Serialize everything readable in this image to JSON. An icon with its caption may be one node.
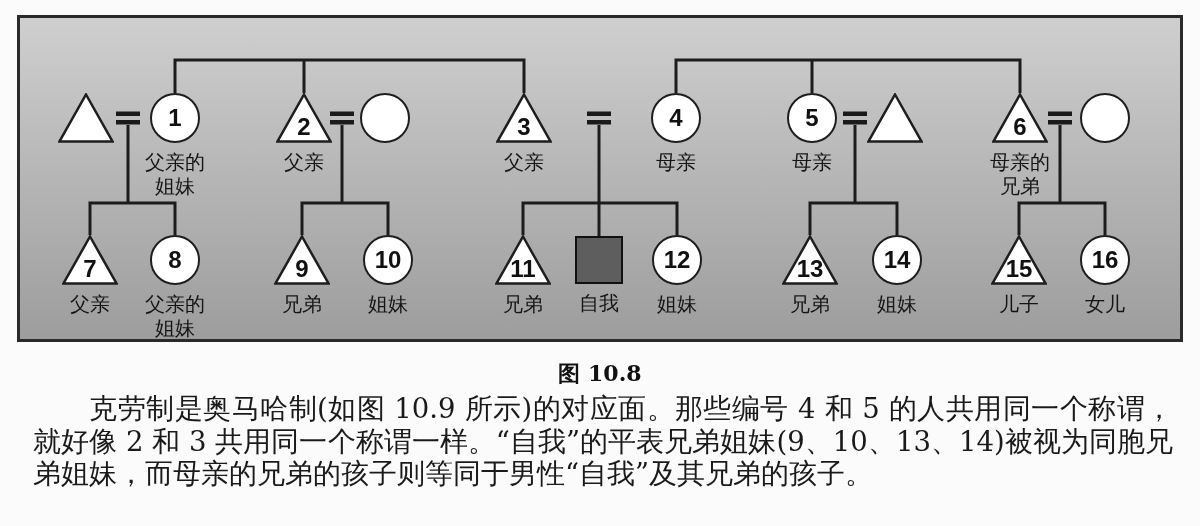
{
  "diagram": {
    "caption": "图 10.8",
    "nodes": [
      {
        "text": [],
        "shape": "triangle"
      },
      {
        "text": [],
        "shape": "equals"
      },
      {
        "text": [
          "1"
        ],
        "beside": [
          "父亲的姐妹"
        ]
      },
      {
        "text": [
          "2"
        ],
        "beside": [
          "父亲"
        ]
      },
      {
        "text": [],
        "shape": "equals"
      },
      {
        "text": [],
        "shape": "circle"
      },
      {
        "text": [
          "3"
        ],
        "beside": [
          "父亲"
        ]
      },
      {
        "text": [],
        "shape": "equals"
      },
      {
        "text": [
          "4"
        ],
        "beside": [
          "母亲"
        ]
      },
      {
        "text": [
          "5"
        ],
        "beside": [
          "母亲"
        ]
      },
      {
        "text": [],
        "shape": "equals"
      },
      {
        "text": [],
        "shape": "triangle"
      },
      {
        "text": [
          "6"
        ],
        "beside": [
          "母亲的兄弟"
        ]
      },
      {
        "text": [],
        "shape": "equals"
      },
      {
        "text": [],
        "shape": "circle"
      },
      {
        "text": [
          "7"
        ],
        "beside": [
          "父亲"
        ]
      },
      {
        "text": [
          "8"
        ],
        "beside": [
          "父亲的姐妹"
        ]
      },
      {
        "text": [
          "9"
        ],
        "beside": [
          "兄弟"
        ]
      },
      {
        "text": [
          "10"
        ],
        "beside": [
          "姐妹"
        ]
      },
      {
        "text": [
          "11"
        ],
        "beside": [
          "兄弟"
        ]
      },
      {
        "text": [],
        "shape": "box",
        "beside": [
          "自我"
        ]
      },
      {
        "text": [
          "12"
        ],
        "beside": [
          "姐妹"
        ]
      },
      {
        "text": [
          "13"
        ],
        "beside": [
          "兄弟"
        ]
      },
      {
        "text": [
          "14"
        ],
        "beside": [
          "姐妹"
        ]
      },
      {
        "text": [
          "15"
        ],
        "beside": [
          "儿子"
        ]
      },
      {
        "text": [
          "16"
        ],
        "beside": [
          "女儿"
        ]
      }
    ],
    "edges": [
      {
        "from": 2,
        "to": 3,
        "arrow": "none"
      },
      {
        "from": 2,
        "to": 6,
        "arrow": "none"
      },
      {
        "from": 8,
        "to": 9,
        "arrow": "none"
      },
      {
        "from": 8,
        "to": 12,
        "arrow": "none"
      },
      {
        "from": 1,
        "to": 15,
        "arrow": "none"
      },
      {
        "from": 1,
        "to": 16,
        "arrow": "none"
      },
      {
        "from": 4,
        "to": 17,
        "arrow": "none"
      },
      {
        "from": 4,
        "to": 18,
        "arrow": "none"
      },
      {
        "from": 7,
        "to": 19,
        "arrow": "none"
      },
      {
        "from": 7,
        "to": 20,
        "arrow": "none"
      },
      {
        "from": 7,
        "to": 21,
        "arrow": "none"
      },
      {
        "from": 10,
        "to": 22,
        "arrow": "none"
      },
      {
        "from": 10,
        "to": 23,
        "arrow": "none"
      },
      {
        "from": 13,
        "to": 24,
        "arrow": "none"
      },
      {
        "from": 13,
        "to": 25,
        "arrow": "none"
      }
    ],
    "labels": [
      "克劳制是奥马哈制(如图 10.9 所示)的对应面。那些编号 4 和 5 的人共用同一个称谓，就好像 2 和 3 共用同一个称谓一样。“自我”的平表兄弟姐妹(9、10、13、14)被视为同胞兄弟姐妹，而母亲的兄弟的孩子则等同于男性“自我”及其兄弟的孩子。"
    ]
  }
}
